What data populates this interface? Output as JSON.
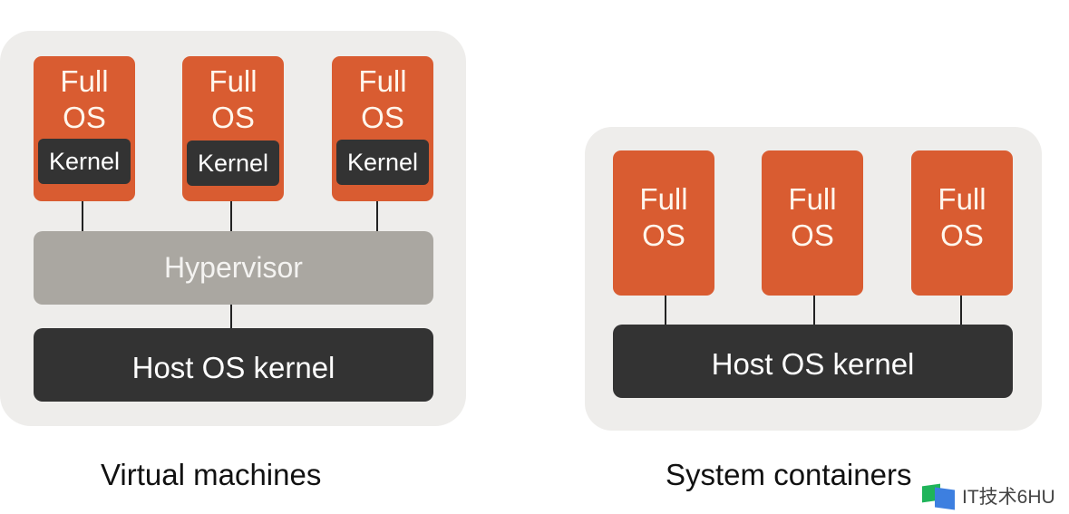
{
  "colors": {
    "panel_bg": "#eeedeb",
    "os_box": "#d95c31",
    "kernel": "#333333",
    "hypervisor": "#aaa7a1",
    "host_kernel": "#333333"
  },
  "virtual_machines": {
    "caption": "Virtual machines",
    "guests": [
      {
        "line1": "Full",
        "line2": "OS",
        "kernel": "Kernel"
      },
      {
        "line1": "Full",
        "line2": "OS",
        "kernel": "Kernel"
      },
      {
        "line1": "Full",
        "line2": "OS",
        "kernel": "Kernel"
      }
    ],
    "hypervisor": "Hypervisor",
    "host_kernel": "Host OS kernel"
  },
  "system_containers": {
    "caption": "System containers",
    "guests": [
      {
        "line1": "Full",
        "line2": "OS"
      },
      {
        "line1": "Full",
        "line2": "OS"
      },
      {
        "line1": "Full",
        "line2": "OS"
      }
    ],
    "host_kernel": "Host OS kernel"
  },
  "watermark": {
    "text": "IT技术6HU",
    "icon": "book-logo-icon"
  }
}
